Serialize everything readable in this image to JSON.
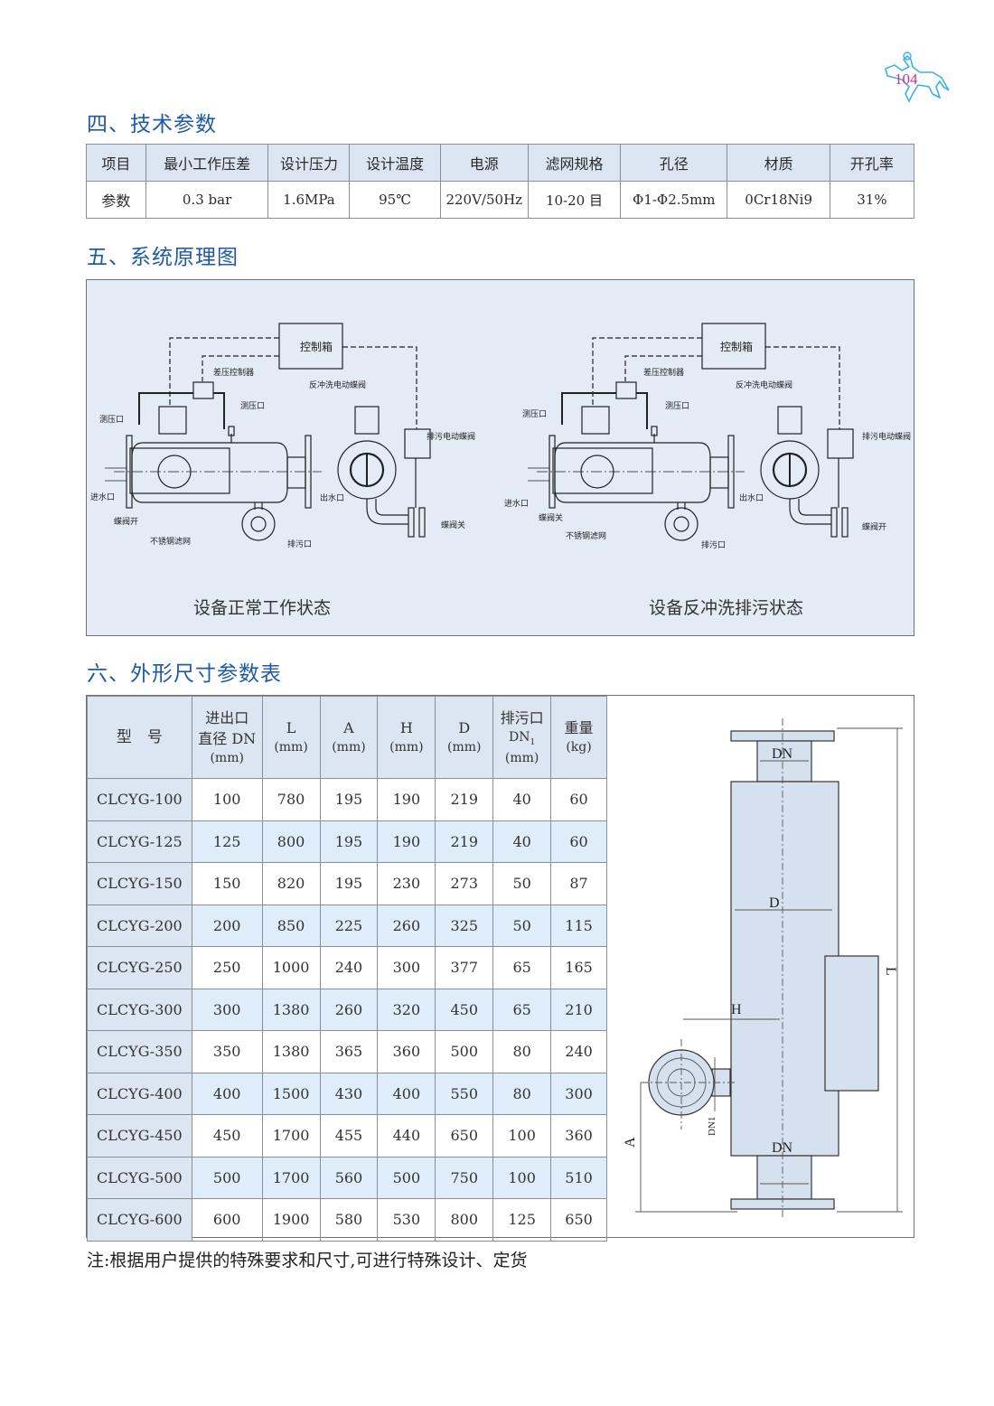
{
  "header": {
    "page_number": "104",
    "logo_icon": "horse-rider-icon"
  },
  "sections": {
    "tech_params": {
      "title": "四、技术参数",
      "headers": [
        "项目",
        "最小工作压差",
        "设计压力",
        "设计温度",
        "电源",
        "滤网规格",
        "孔径",
        "材质",
        "开孔率"
      ],
      "values": [
        "参数",
        "0.3 bar",
        "1.6MPa",
        "95℃",
        "220V/50Hz",
        "10-20 目",
        "Φ1-Φ2.5mm",
        "0Cr18Ni9",
        "31%"
      ]
    },
    "system_diagram": {
      "title": "五、系统原理图",
      "left": {
        "caption": "设备正常工作状态",
        "labels": {
          "control_box": "控制箱",
          "dp_controller": "差压控制器",
          "backwash_valve": "反冲洗电动蝶阀",
          "pressure_port_left": "测压口",
          "pressure_port_right": "测压口",
          "drain_valve": "排污电动蝶阀",
          "inlet": "进水口",
          "outlet": "出水口",
          "butterfly_open": "蝶阀开",
          "screen": "不锈钢滤网",
          "drain_port": "排污口",
          "butterfly_close": "蝶阀关"
        }
      },
      "right": {
        "caption": "设备反冲洗排污状态",
        "labels": {
          "control_box": "控制箱",
          "dp_controller": "差压控制器",
          "backwash_valve": "反冲洗电动蝶阀",
          "pressure_port_left": "测压口",
          "pressure_port_right": "测压口",
          "drain_valve": "排污电动蝶阀",
          "inlet": "进水口",
          "outlet": "出水口",
          "butterfly_close": "蝶阀关",
          "screen": "不锈钢滤网",
          "drain_port": "排污口",
          "butterfly_open": "蝶阀开"
        }
      }
    },
    "dimensions": {
      "title": "六、外形尺寸参数表",
      "headers": {
        "model": "型　号",
        "dn_l1": "进出口",
        "dn_l2": "直径 DN",
        "dn_l3": "(mm)",
        "L": "L",
        "A": "A",
        "H": "H",
        "D": "D",
        "unit": "(mm)",
        "dn1_l1": "排污口",
        "dn1_l2": "DN",
        "dn1_sub": "1",
        "dn1_l3": "(mm)",
        "wt_l1": "重量",
        "wt_l2": "(kg)"
      },
      "rows": [
        [
          "CLCYG-100",
          "100",
          "780",
          "195",
          "190",
          "219",
          "40",
          "60"
        ],
        [
          "CLCYG-125",
          "125",
          "800",
          "195",
          "190",
          "219",
          "40",
          "60"
        ],
        [
          "CLCYG-150",
          "150",
          "820",
          "195",
          "230",
          "273",
          "50",
          "87"
        ],
        [
          "CLCYG-200",
          "200",
          "850",
          "225",
          "260",
          "325",
          "50",
          "115"
        ],
        [
          "CLCYG-250",
          "250",
          "1000",
          "240",
          "300",
          "377",
          "65",
          "165"
        ],
        [
          "CLCYG-300",
          "300",
          "1380",
          "260",
          "320",
          "450",
          "65",
          "210"
        ],
        [
          "CLCYG-350",
          "350",
          "1380",
          "365",
          "360",
          "500",
          "80",
          "240"
        ],
        [
          "CLCYG-400",
          "400",
          "1500",
          "430",
          "400",
          "550",
          "80",
          "300"
        ],
        [
          "CLCYG-450",
          "450",
          "1700",
          "455",
          "440",
          "650",
          "100",
          "360"
        ],
        [
          "CLCYG-500",
          "500",
          "1700",
          "560",
          "500",
          "750",
          "100",
          "510"
        ],
        [
          "CLCYG-600",
          "600",
          "1900",
          "580",
          "530",
          "800",
          "125",
          "650"
        ]
      ],
      "drawing_labels": {
        "dn_top": "DN",
        "d": "D",
        "h": "H",
        "l": "L",
        "a": "A",
        "dn1": "DN1",
        "dn_bottom": "DN"
      }
    }
  },
  "note": "注:根据用户提供的特殊要求和尺寸,可进行特殊设计、定货"
}
